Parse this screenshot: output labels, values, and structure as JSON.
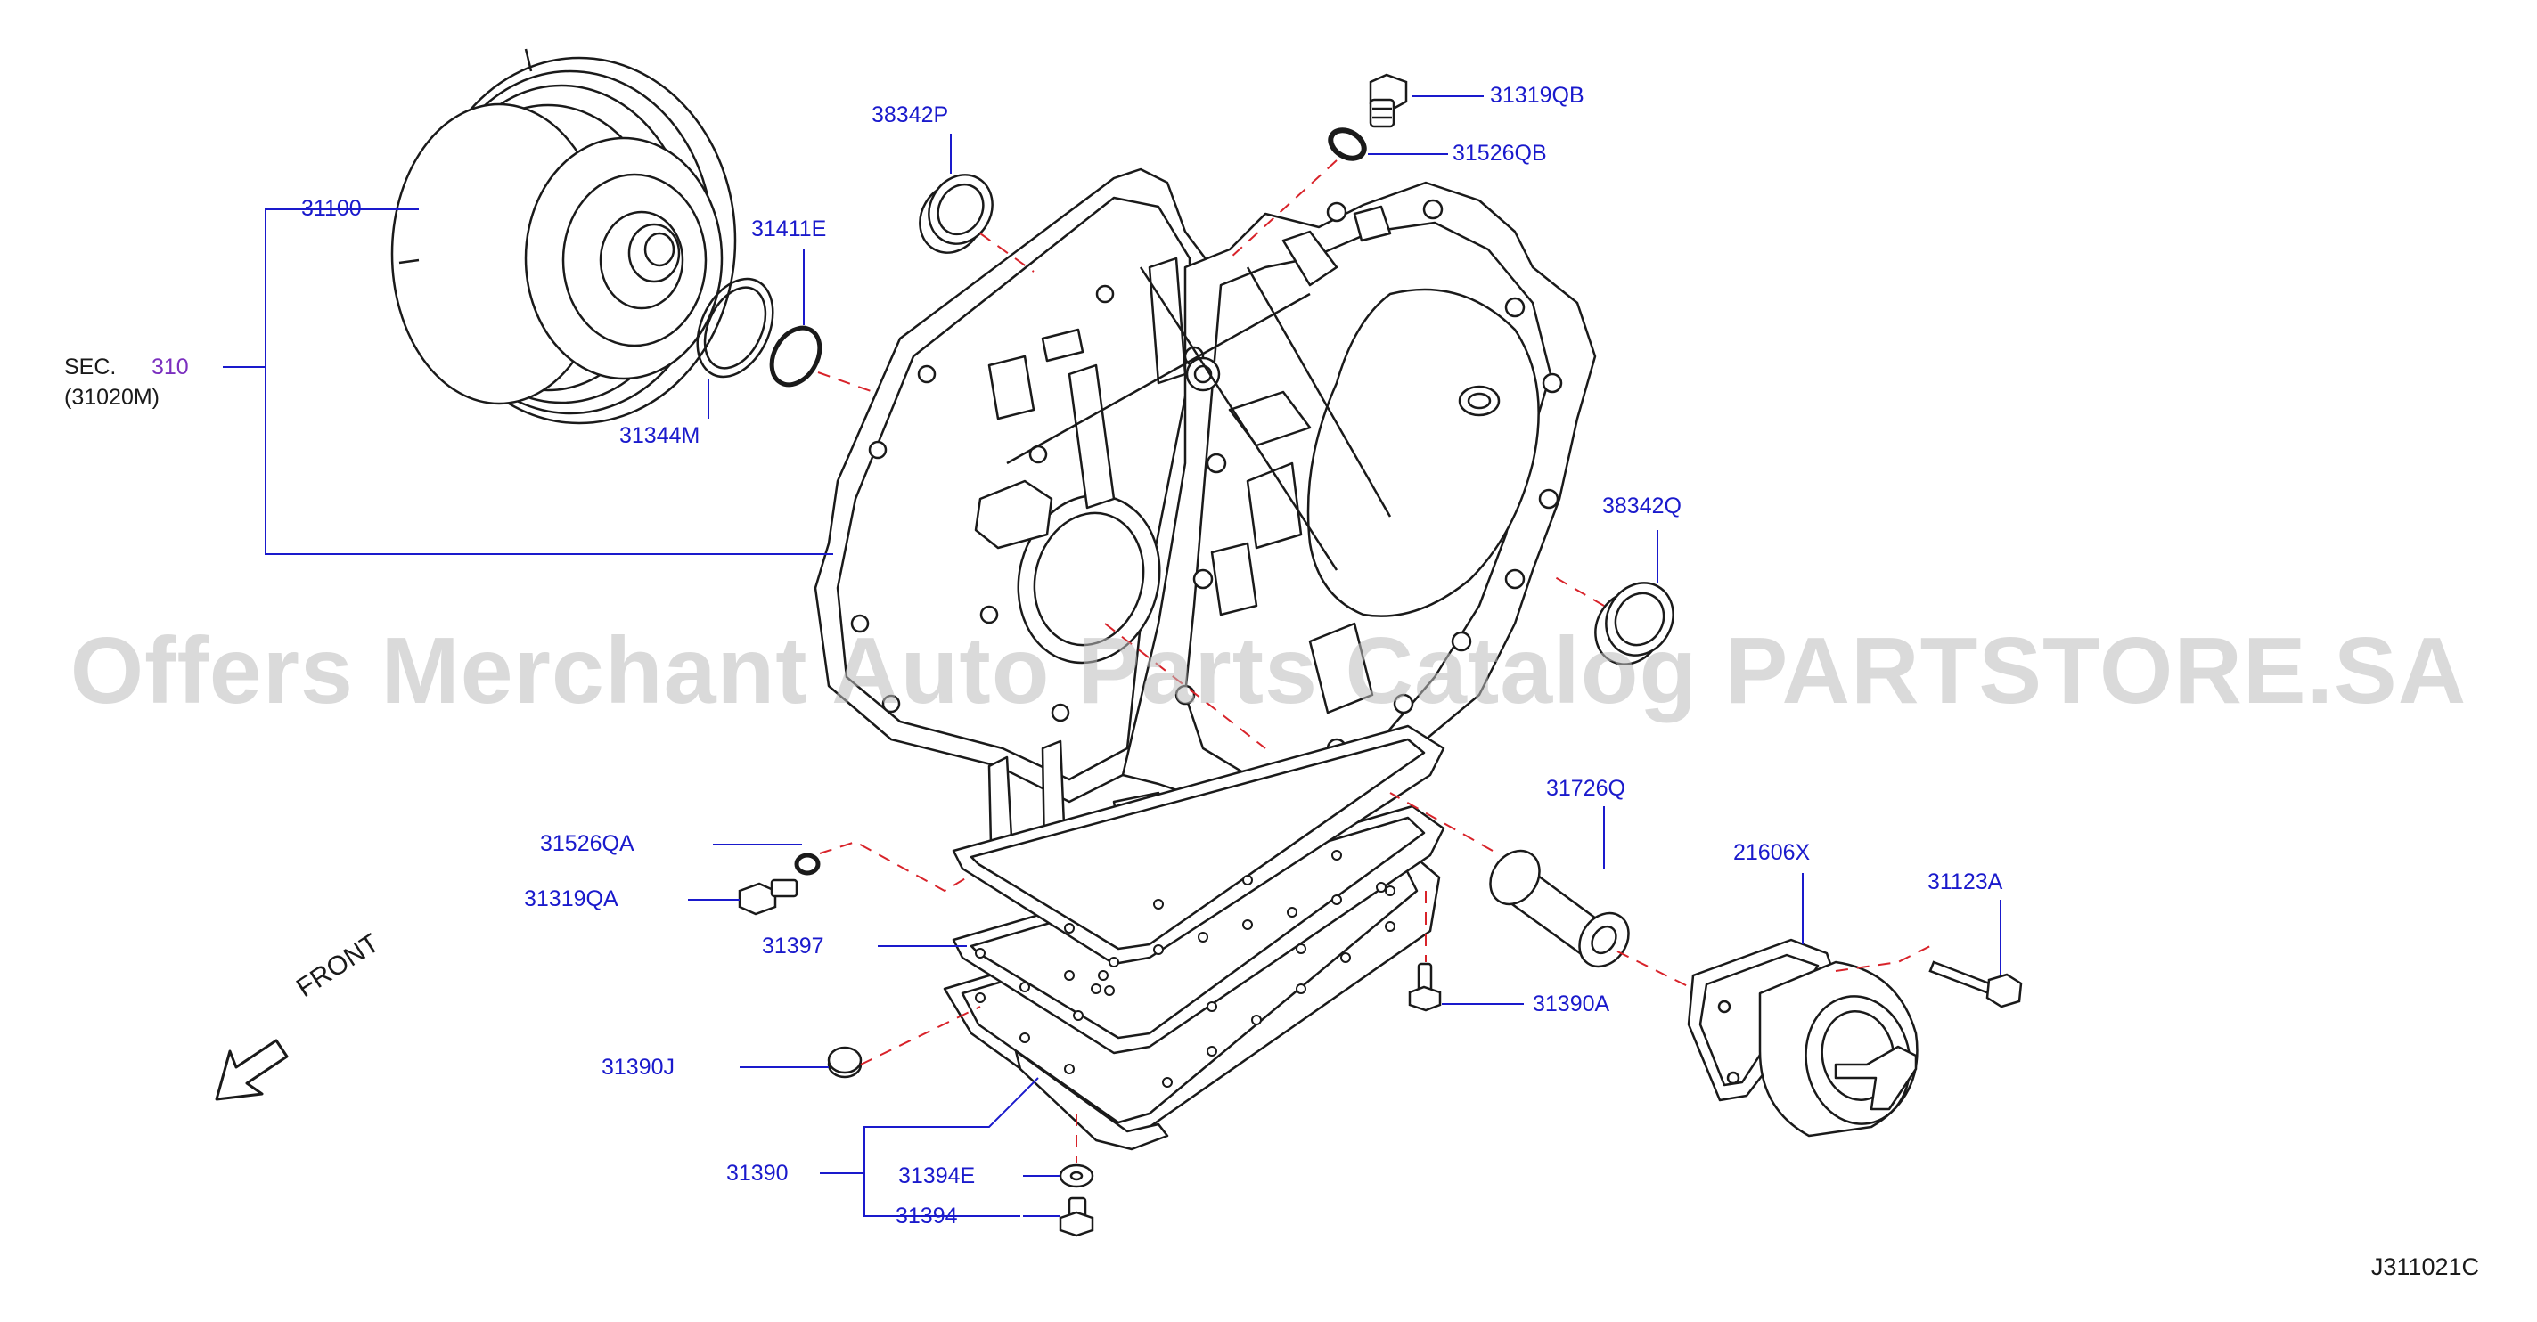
{
  "diagram_code": "J311021C",
  "watermark": "Offers Merchant Auto Parts Catalog PARTSTORE.SA",
  "front_label": "FRONT",
  "section_ref": {
    "prefix": "SEC.",
    "number": "310",
    "sub": "(31020M)"
  },
  "part_labels": [
    "31100",
    "31344M",
    "31411E",
    "38342P",
    "31319QB",
    "31526QB",
    "38342Q",
    "31726Q",
    "21606X",
    "31123A",
    "31526QA",
    "31319QA",
    "31397",
    "31390A",
    "31390J",
    "31390",
    "31394E",
    "31394"
  ],
  "colors": {
    "labels": "#1a1acc",
    "section_number": "#7b2fbf",
    "leader_dashed": "#d8232a",
    "outline": "#1a1a1a",
    "watermark": "#bdbdbd"
  }
}
